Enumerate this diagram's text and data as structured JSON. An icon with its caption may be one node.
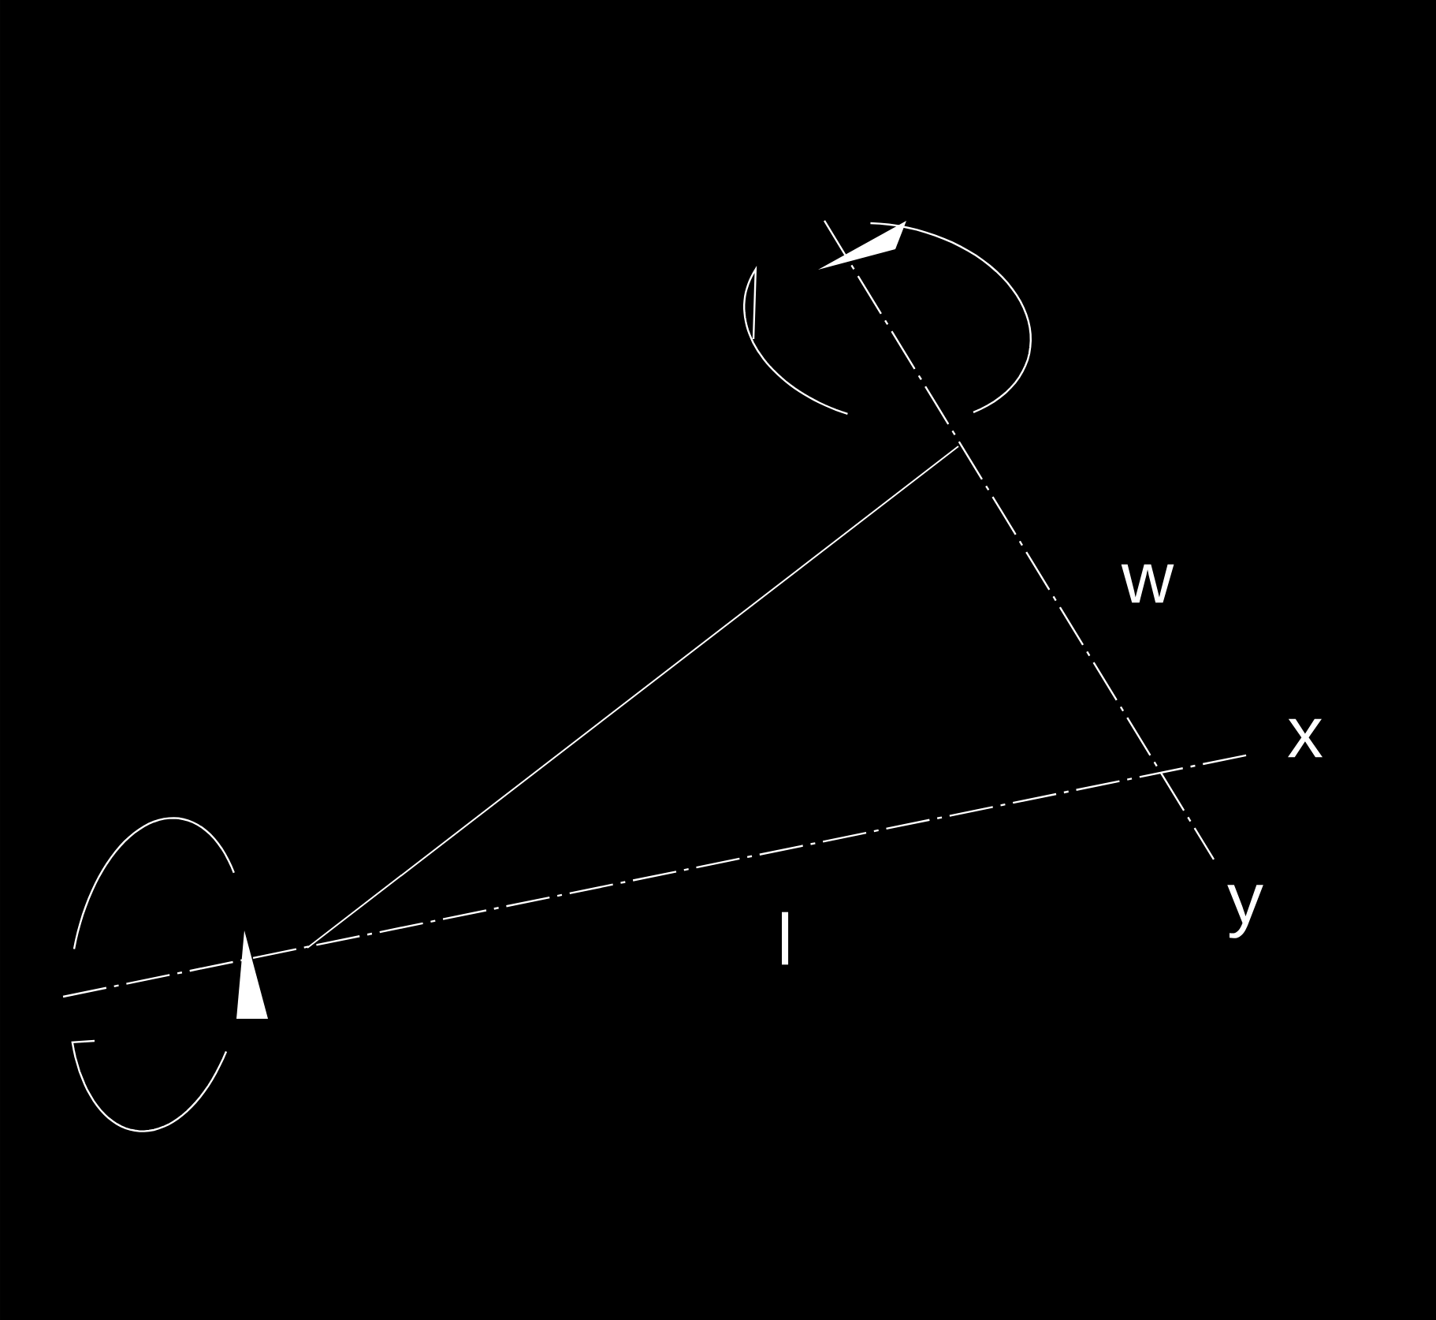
{
  "diagram": {
    "labels": [
      "w",
      "x",
      "y",
      "l"
    ]
  }
}
